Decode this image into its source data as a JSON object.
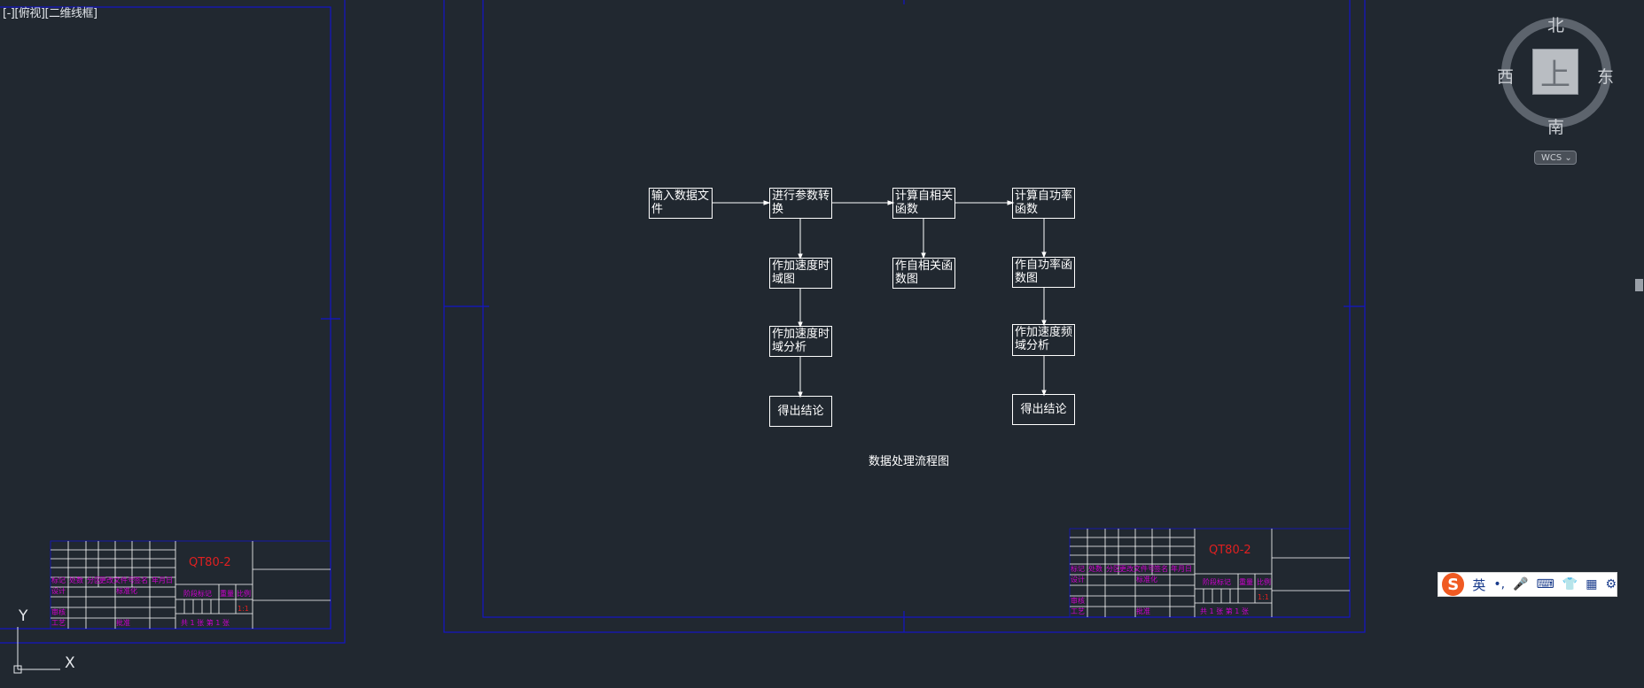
{
  "viewport": {
    "label": "[-][俯视][二维线框]"
  },
  "flowchart": {
    "caption": "数据处理流程图",
    "nodes": [
      {
        "id": "input",
        "text": "输入数据文\n件"
      },
      {
        "id": "convert",
        "text": "进行参数转\n换"
      },
      {
        "id": "autocorr",
        "text": "计算自相关\n函数"
      },
      {
        "id": "autopower",
        "text": "计算自功率\n函数"
      },
      {
        "id": "acc_time_plot",
        "text": "作加速度时\n域图"
      },
      {
        "id": "autocorr_plot",
        "text": "作自相关函\n数图"
      },
      {
        "id": "autopower_plot",
        "text": "作自功率函\n数图"
      },
      {
        "id": "acc_time_analysis",
        "text": "作加速度时\n域分析"
      },
      {
        "id": "acc_freq_analysis",
        "text": "作加速度频\n域分析"
      },
      {
        "id": "conclusion_left",
        "text": "得出结论"
      },
      {
        "id": "conclusion_right",
        "text": "得出结论"
      }
    ]
  },
  "title_block": {
    "drawing_no": "QT80-2",
    "headers": [
      "标记",
      "处数",
      "分区",
      "更改文件号",
      "签名",
      "年月日"
    ],
    "row_design": [
      "设计",
      "标准化"
    ],
    "row_review": [
      "审核"
    ],
    "row_process": [
      "工艺",
      "批准"
    ],
    "stage_headers": [
      "阶段标记",
      "重量",
      "比例"
    ],
    "scale": "1:1",
    "sheet_text": "共 1 张  第 1 张"
  },
  "navcube": {
    "top_face": "上",
    "north": "北",
    "south": "南",
    "east": "东",
    "west": "西",
    "wcs_label": "WCS ⌄"
  },
  "ucs": {
    "x_label": "X",
    "y_label": "Y"
  },
  "ime_toolbar": {
    "logo": "S",
    "mode": "英",
    "punct": "•,",
    "mic": "🎤",
    "keyboard": "⌨",
    "skin": "👕",
    "apps": "▦",
    "settings": "⚙"
  },
  "colors": {
    "background": "#212830",
    "frame": "#1414c8",
    "title_text": "#e02020",
    "title_fields": "#d000d0",
    "lines": "#ffffff"
  }
}
